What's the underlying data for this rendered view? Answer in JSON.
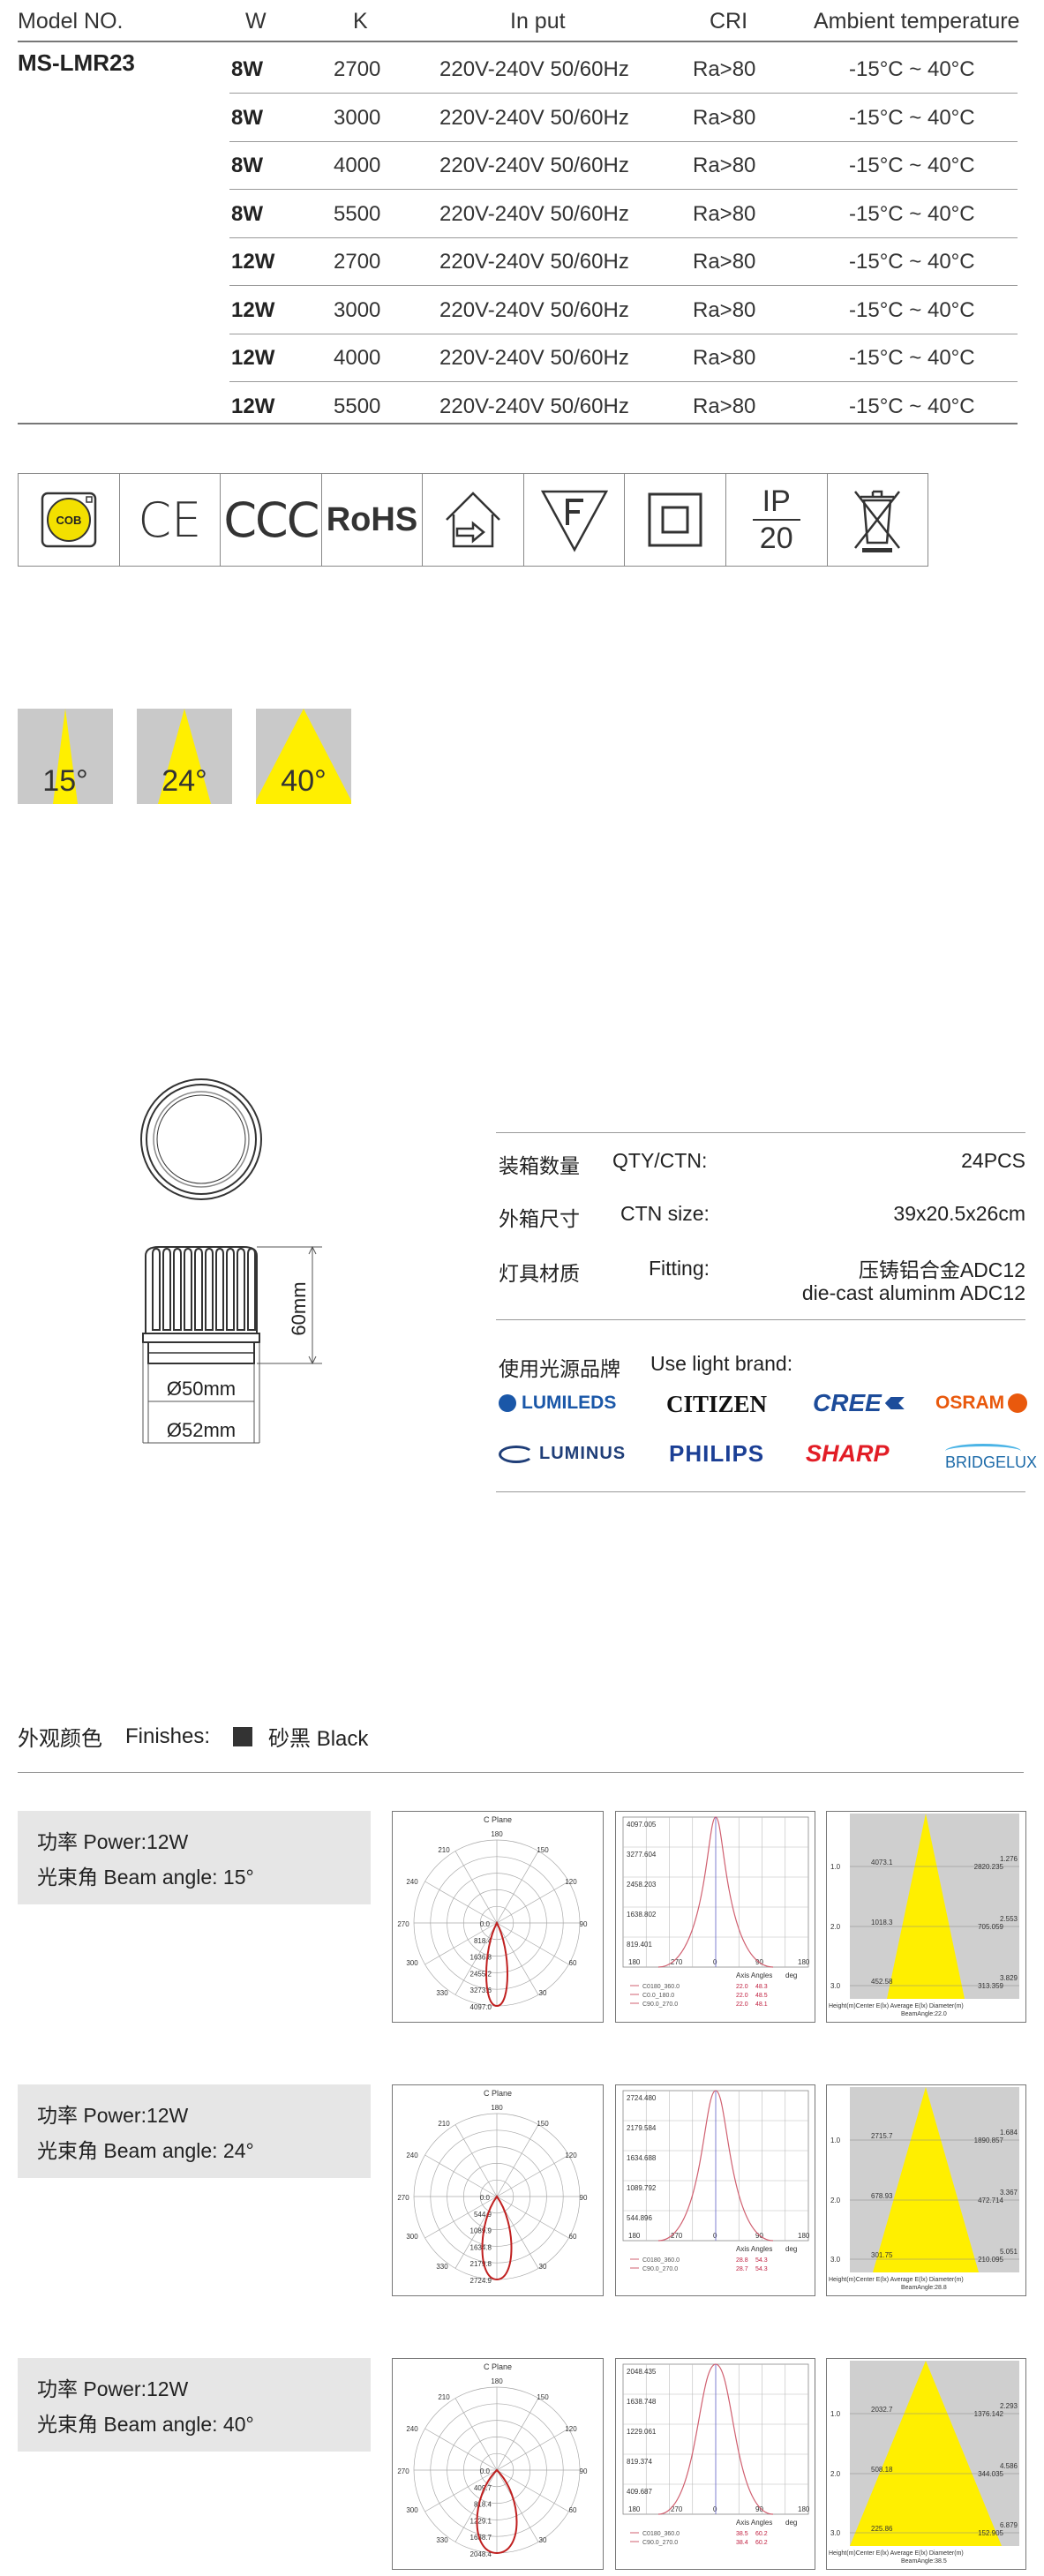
{
  "spec_table": {
    "headers": {
      "model": "Model NO.",
      "w": "W",
      "k": "K",
      "input": "In put",
      "cri": "CRI",
      "ambient": "Ambient temperature"
    },
    "model": "MS-LMR23",
    "rows": [
      {
        "w": "8W",
        "k": "2700",
        "input": "220V-240V 50/60Hz",
        "cri": "Ra>80",
        "ambient": "-15°C ~ 40°C"
      },
      {
        "w": "8W",
        "k": "3000",
        "input": "220V-240V 50/60Hz",
        "cri": "Ra>80",
        "ambient": "-15°C ~ 40°C"
      },
      {
        "w": "8W",
        "k": "4000",
        "input": "220V-240V 50/60Hz",
        "cri": "Ra>80",
        "ambient": "-15°C ~ 40°C"
      },
      {
        "w": "8W",
        "k": "5500",
        "input": "220V-240V 50/60Hz",
        "cri": "Ra>80",
        "ambient": "-15°C ~ 40°C"
      },
      {
        "w": "12W",
        "k": "2700",
        "input": "220V-240V 50/60Hz",
        "cri": "Ra>80",
        "ambient": "-15°C ~ 40°C"
      },
      {
        "w": "12W",
        "k": "3000",
        "input": "220V-240V 50/60Hz",
        "cri": "Ra>80",
        "ambient": "-15°C ~ 40°C"
      },
      {
        "w": "12W",
        "k": "4000",
        "input": "220V-240V 50/60Hz",
        "cri": "Ra>80",
        "ambient": "-15°C ~ 40°C"
      },
      {
        "w": "12W",
        "k": "5500",
        "input": "220V-240V 50/60Hz",
        "cri": "Ra>80",
        "ambient": "-15°C ~ 40°C"
      }
    ]
  },
  "certifications": {
    "cob": "COB",
    "ce": "CE",
    "ccc": "CCC",
    "rohs": "RoHS",
    "ip_top": "IP",
    "ip_bottom": "20",
    "icons": [
      "cob-icon",
      "ce-icon",
      "ccc-icon",
      "rohs-icon",
      "indoor-use-icon",
      "f-mark-icon",
      "class-ii-icon",
      "ip20-icon",
      "weee-icon"
    ]
  },
  "beam_angles": [
    "15°",
    "24°",
    "40°"
  ],
  "dimensions": {
    "height": "60mm",
    "inner_diameter": "Ø50mm",
    "outer_diameter": "Ø52mm"
  },
  "packing": {
    "qty_cn": "装箱数量",
    "qty_en": "QTY/CTN:",
    "qty_val": "24PCS",
    "ctn_cn": "外箱尺寸",
    "ctn_en": "CTN size:",
    "ctn_val": "39x20.5x26cm",
    "mat_cn": "灯具材质",
    "mat_en": "Fitting:",
    "mat_val_cn": "压铸铝合金ADC12",
    "mat_val_en": "die-cast aluminm ADC12",
    "brand_cn": "使用光源品牌",
    "brand_en": "Use light brand:"
  },
  "brands": [
    "LUMILEDS",
    "CITIZEN",
    "CREE",
    "OSRAM",
    "LUMINUS",
    "PHILIPS",
    "SHARP",
    "BRIDGELUX"
  ],
  "finishes": {
    "cn": "外观颜色",
    "en": "Finishes:",
    "value": "砂黑 Black",
    "swatch": "#333333"
  },
  "photometry": [
    {
      "power": "功率 Power:12W",
      "beam": "光束角 Beam angle: 15°",
      "polar": {
        "title": "C Plane",
        "values": [
          "818.4",
          "1636.8",
          "2455.2",
          "3273.6",
          "4097.0"
        ],
        "zero": "0.0",
        "angles": [
          "180",
          "150",
          "120",
          "90",
          "60",
          "30",
          "210",
          "240",
          "270",
          "300",
          "330"
        ]
      },
      "curve": {
        "yvals": [
          "4097.005",
          "3277.604",
          "2458.203",
          "1638.802",
          "819.401"
        ],
        "x": [
          "180",
          "270",
          "0",
          "90",
          "180"
        ],
        "axis": "Axis Angles",
        "unit": "deg",
        "legend": [
          {
            "name": "C0180_360.0",
            "a": "22.0",
            "b": "48.3"
          },
          {
            "name": "C0.0_180.0",
            "a": "22.0",
            "b": "48.5"
          },
          {
            "name": "C90.0_270.0",
            "a": "22.0",
            "b": "48.1"
          }
        ]
      },
      "cone": {
        "h": [
          "1.0",
          "2.0",
          "3.0"
        ],
        "e": [
          "4073.1",
          "1018.3",
          "452.58"
        ],
        "d": [
          "1.276",
          "2.553",
          "3.829"
        ],
        "d2": [
          "2820.235",
          "705.059",
          "313.359"
        ],
        "footer": "Height(m)Center E(lx)    Average E(lx) Diameter(m)",
        "beam": "BeamAngle:22.0"
      }
    },
    {
      "power": "功率 Power:12W",
      "beam": "光束角 Beam angle: 24°",
      "polar": {
        "title": "C Plane",
        "values": [
          "544.9",
          "1089.9",
          "1634.8",
          "2179.8",
          "2724.9"
        ],
        "zero": "0.0",
        "angles": [
          "180",
          "150",
          "120",
          "90",
          "60",
          "30",
          "210",
          "240",
          "270",
          "300",
          "330"
        ]
      },
      "curve": {
        "yvals": [
          "2724.480",
          "2179.584",
          "1634.688",
          "1089.792",
          "544.896"
        ],
        "x": [
          "180",
          "270",
          "0",
          "90",
          "180"
        ],
        "axis": "Axis Angles",
        "unit": "deg",
        "legend": [
          {
            "name": "C0180_360.0",
            "a": "28.8",
            "b": "54.3"
          },
          {
            "name": "C90.0_270.0",
            "a": "28.7",
            "b": "54.3"
          }
        ]
      },
      "cone": {
        "h": [
          "1.0",
          "2.0",
          "3.0"
        ],
        "e": [
          "2715.7",
          "678.93",
          "301.75"
        ],
        "d": [
          "1.684",
          "3.367",
          "5.051"
        ],
        "d2": [
          "1890.857",
          "472.714",
          "210.095"
        ],
        "footer": "Height(m)Center E(lx)    Average E(lx) Diameter(m)",
        "beam": "BeamAngle:28.8"
      }
    },
    {
      "power": "功率 Power:12W",
      "beam": "光束角 Beam angle: 40°",
      "polar": {
        "title": "C Plane",
        "values": [
          "409.7",
          "818.4",
          "1229.1",
          "1638.7",
          "2048.4"
        ],
        "zero": "0.0",
        "angles": [
          "180",
          "150",
          "120",
          "90",
          "60",
          "30",
          "210",
          "240",
          "270",
          "300",
          "330"
        ]
      },
      "curve": {
        "yvals": [
          "2048.435",
          "1638.748",
          "1229.061",
          "819.374",
          "409.687"
        ],
        "x": [
          "180",
          "270",
          "0",
          "90",
          "180"
        ],
        "axis": "Axis Angles",
        "unit": "deg",
        "legend": [
          {
            "name": "C0180_360.0",
            "a": "38.5",
            "b": "60.2"
          },
          {
            "name": "C90.0_270.0",
            "a": "38.4",
            "b": "60.2"
          }
        ]
      },
      "cone": {
        "h": [
          "1.0",
          "2.0",
          "3.0"
        ],
        "e": [
          "2032.7",
          "508.18",
          "225.86"
        ],
        "d": [
          "2.293",
          "4.586",
          "6.879"
        ],
        "d2": [
          "1376.142",
          "344.035",
          "152.905"
        ],
        "footer": "Height(m)Center E(lx)    Average E(lx) Diameter(m)",
        "beam": "BeamAngle:38.5"
      }
    }
  ]
}
